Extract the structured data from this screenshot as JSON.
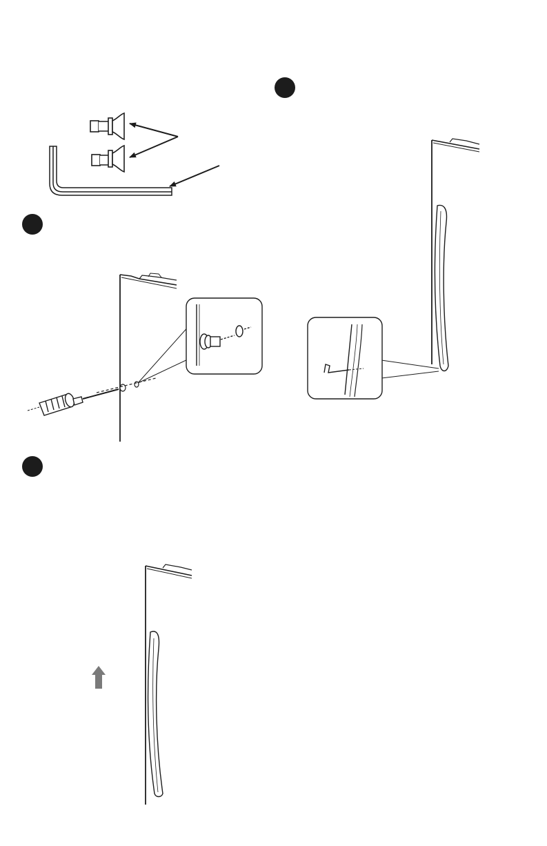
{
  "document": {
    "type": "assembly-instructions-page",
    "steps": [
      {
        "marker": "filled-circle",
        "panel": "mount-screws-with-screwdriver"
      },
      {
        "marker": "filled-circle",
        "panel": "slide-handle-upward"
      },
      {
        "marker": "filled-circle",
        "panel": "tighten-set-screw-with-hex-key"
      }
    ],
    "parts": [
      "handle-mounting-screw",
      "handle-mounting-screw",
      "hex-key"
    ],
    "colors": {
      "line": "#1c1c1c",
      "arrow_fill": "#7a7a7a",
      "background": "#ffffff"
    },
    "icons": [
      "screwdriver-icon",
      "hex-key-icon",
      "up-arrow-icon",
      "door-icon",
      "handle-icon"
    ]
  }
}
